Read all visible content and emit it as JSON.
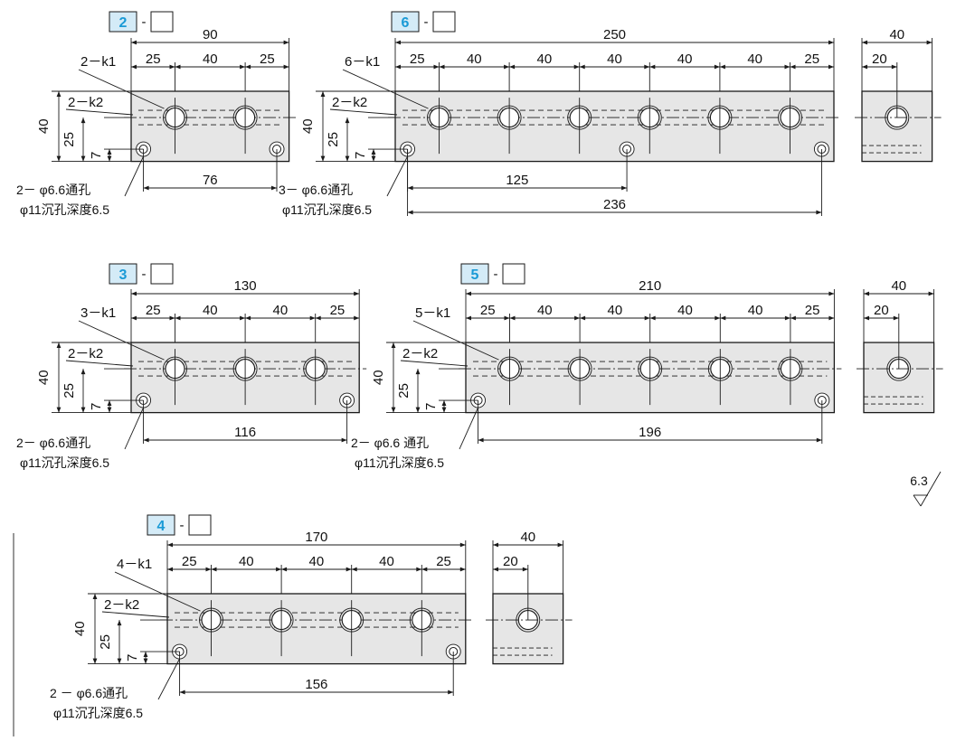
{
  "colors": {
    "block_fill": "#e6e6e6",
    "outline": "#1a1a1a",
    "title_box_fill": "#d4ebf7",
    "title_number": "#1a9ad6",
    "hole_fill": "#ffffff"
  },
  "variants": [
    {
      "title_number": "2",
      "title_dash": "-",
      "overall_length": "90",
      "port_spacings": [
        "25",
        "40",
        "25"
      ],
      "port_label": "2－k1",
      "side_label": "2－k2",
      "height": "40",
      "port_height": "25",
      "hole_height": "7",
      "hole_spacings": [
        "76"
      ],
      "hole_note_line1": "2－ φ6.6通孔",
      "hole_note_line2": "φ11沉孔深度6.5"
    },
    {
      "title_number": "6",
      "title_dash": "-",
      "overall_length": "250",
      "port_spacings": [
        "25",
        "40",
        "40",
        "40",
        "40",
        "40",
        "25"
      ],
      "port_label": "6－k1",
      "side_label": "2－k2",
      "height": "40",
      "port_height": "25",
      "hole_height": "7",
      "hole_spacings": [
        "125",
        "236"
      ],
      "hole_note_line1": "3－ φ6.6通孔",
      "hole_note_line2": "φ11沉孔深度6.5",
      "side_view": {
        "width": "40",
        "port_offset": "20"
      }
    },
    {
      "title_number": "3",
      "title_dash": "-",
      "overall_length": "130",
      "port_spacings": [
        "25",
        "40",
        "40",
        "25"
      ],
      "port_label": "3－k1",
      "side_label": "2－k2",
      "height": "40",
      "port_height": "25",
      "hole_height": "7",
      "hole_spacings": [
        "116"
      ],
      "hole_note_line1": "2－ φ6.6通孔",
      "hole_note_line2": "φ11沉孔深度6.5"
    },
    {
      "title_number": "5",
      "title_dash": "-",
      "overall_length": "210",
      "port_spacings": [
        "25",
        "40",
        "40",
        "40",
        "40",
        "25"
      ],
      "port_label": "5－k1",
      "side_label": "2－k2",
      "height": "40",
      "port_height": "25",
      "hole_height": "7",
      "hole_spacings": [
        "196"
      ],
      "hole_note_line1": "2－ φ6.6 通孔",
      "hole_note_line2": "φ11沉孔深度6.5",
      "side_view": {
        "width": "40",
        "port_offset": "20"
      }
    },
    {
      "title_number": "4",
      "title_dash": "-",
      "overall_length": "170",
      "port_spacings": [
        "25",
        "40",
        "40",
        "40",
        "25"
      ],
      "port_label": "4－k1",
      "side_label": "2－k2",
      "height": "40",
      "port_height": "25",
      "hole_height": "7",
      "hole_spacings": [
        "156"
      ],
      "hole_note_line1": "2 － φ6.6通孔",
      "hole_note_line2": "φ11沉孔深度6.5",
      "side_view": {
        "width": "40",
        "port_offset": "20"
      }
    }
  ],
  "surface_finish": "6.3"
}
